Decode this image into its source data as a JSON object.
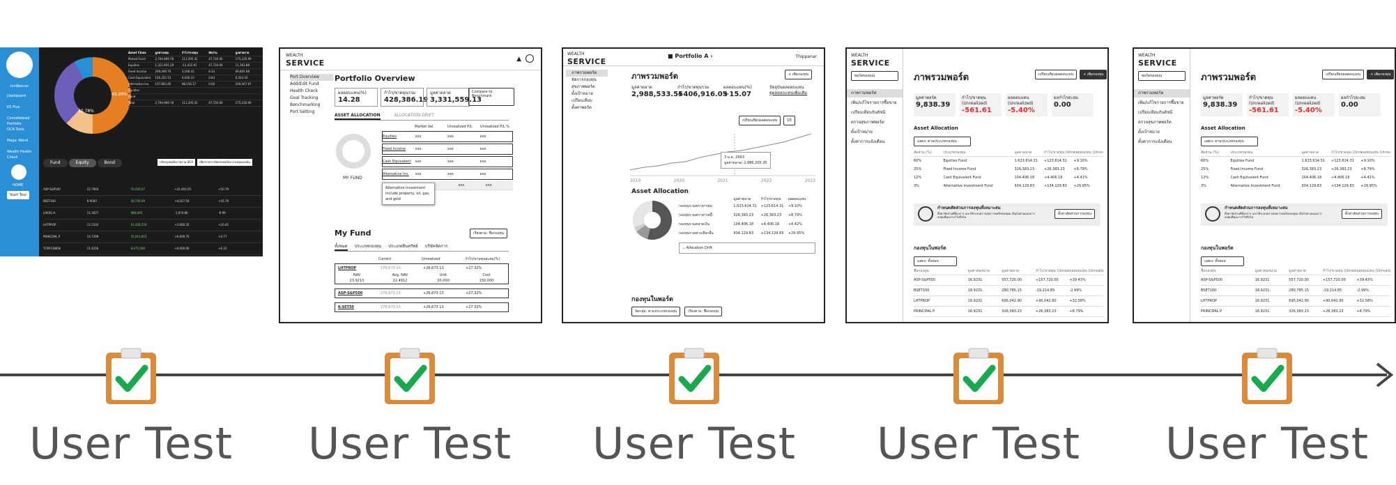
{
  "timeline": {
    "label": "User Test",
    "steps": [
      {
        "label": "User Test"
      },
      {
        "label": "User Test"
      },
      {
        "label": "User Test"
      },
      {
        "label": "User Test"
      },
      {
        "label": "User Test"
      }
    ]
  },
  "colors": {
    "check": "#1aa84f",
    "clipboard": "#d98b3c",
    "clip_metal": "#e6e6e6"
  },
  "screen1": {
    "tabs": [
      "Fund",
      "Equity",
      "Bond"
    ],
    "nav": [
      "Dashboard",
      "KS Plus",
      "Consolidated Portfolio",
      "DCA Tools",
      "Magic Wand",
      "Wealth Health Check"
    ],
    "home_label": "HOME",
    "start_tour": "Start Tour",
    "user": "InnWancar",
    "pie_labels": [
      "49.99%",
      "12.78%"
    ],
    "table_header": [
      "Asset Class",
      "มูลค่าลงทุน",
      "กำไร/ขาดทุน",
      "สัดส่วน",
      "มูลค่าตลาด"
    ],
    "table_rows": [
      [
        "Mutual Fund",
        "2,794,969.78",
        "111,295.41",
        "47,720.00",
        "175,230.99"
      ],
      [
        "Equities",
        "1,321,601.29",
        "-11,432.91",
        "47,720.00",
        "11,362.88"
      ],
      [
        "Fixed Income",
        "209,409.70",
        "3,196.43",
        "8.34",
        "69,605.08"
      ],
      [
        "Cash Equivalent",
        "156,355.53",
        "4,036.10",
        "0.83",
        "6,203.50"
      ],
      [
        "Alternative Inv.",
        "107,803.46",
        "98,156.17",
        "0.00",
        "100,447.97"
      ],
      [
        "Equities",
        "",
        "",
        "",
        ""
      ],
      [
        "Bond",
        "",
        "",
        "",
        ""
      ],
      [
        "Total",
        "2,794,969.78",
        "111,295.41",
        "47,720.00",
        "175,230.99"
      ]
    ],
    "fund_rows": [
      [
        "ASP-S&P500",
        "22.7964",
        "55,030.07",
        "+31,402.05",
        "+50.79"
      ],
      [
        "BSET100",
        "9.9583",
        "28,756.99",
        "+4,027.50",
        "+16.79"
      ],
      [
        "LHESG-A",
        "11.3627",
        "980,000",
        "-1,974.86",
        "-9.99"
      ],
      [
        "LHTPROP",
        "12.3102",
        "61,028,556",
        "+3,060.35",
        "+20.45"
      ],
      [
        "PRINCIPAL P",
        "14.7299",
        "35,013,853",
        "+6,009.70",
        "+4.77"
      ],
      [
        "TCMFGSBEN",
        "11.4256",
        "8,975,569",
        "+6,000.00",
        "+0.22"
      ]
    ],
    "buttons": [
      "ปรับปรุงพอร์ตภาพรวม DCA",
      "เลือกรายการจัดสรรพอร์ตการลงทุนของฉัน"
    ]
  },
  "screen2": {
    "logo": "SERVICE",
    "logo_small": "WEALTH",
    "title": "Portfolio Overview",
    "nav": [
      "Port Overview",
      "Add/Edit Fund",
      "Health Check",
      "Goal Tracking",
      "Benchmarking",
      "Port Setting"
    ],
    "cards": [
      {
        "label": "ผลตอบแทน(%)",
        "value": "14.28"
      },
      {
        "label": "กำไร/ขาดทุนรวม",
        "value": "428,386.19"
      },
      {
        "label": "มูลค่าตลาด",
        "value": "3,331,559.13"
      }
    ],
    "compare_button": "Compare to Benchmark",
    "tabs": [
      "ASSET ALLOCATION",
      "ALLOCATION DRIFT"
    ],
    "alloc_header": [
      "",
      "Market Val.",
      "Unrealized P/L",
      "Unrealized P/L %"
    ],
    "alloc_rows": [
      [
        "Equities",
        "xxx",
        "xxx",
        "xxx"
      ],
      [
        "Fixed Income",
        "xxx",
        "xxx",
        "xxx"
      ],
      [
        "Cash Equivalent",
        "xxx",
        "xxx",
        "xxx"
      ],
      [
        "Alternative Inv.",
        "xxx",
        "xxx",
        "xxx"
      ]
    ],
    "extra_row": [
      "xx",
      "xxx",
      "xxx"
    ],
    "tooltip": "Alternative Investment include property, oil, gas, and gold",
    "donut_label": "MY FUND",
    "myfund_title": "My Fund",
    "sort_label": "เรียงตาม: ชื่อกองทุน",
    "fund_tabs": [
      "ทั้งหมด",
      "ประเภทกองทุน",
      "ประเภทสินทรัพย์",
      "บริษัทจัดการ"
    ],
    "fund_header": [
      "",
      "Current",
      "Unrealized",
      "กำไร/ขาดทุนสะสม(%)"
    ],
    "funds": [
      {
        "name": "LHTPROP",
        "current": "276,673.13",
        "unreal": "+26,673.13",
        "pct": "+27.32%",
        "detail": [
          [
            "NAV",
            "Avg. NAV",
            "Unit",
            "Cost"
          ],
          [
            "23.9213",
            "22.4912",
            "20,000",
            "150,000"
          ]
        ]
      },
      {
        "name": "ASP-S&P500",
        "current": "276,673.13",
        "unreal": "+26,673.13",
        "pct": "+27.32%"
      },
      {
        "name": "K-SET50",
        "current": "276,673.13",
        "unreal": "+26,673.13",
        "pct": "+27.32%"
      }
    ]
  },
  "screen3": {
    "logo": "SERVICE",
    "logo_small": "WEALTH",
    "portfolio_label": "Portfolio A",
    "user": "Thippanar",
    "title": "ภาพรวมพอร์ต",
    "add_button": "+ เพิ่มกองทุน",
    "nav": [
      "ภาพรวมพอร์ต",
      "จัดการกองทุน",
      "สุขภาพพอร์ต",
      "ตั้งเป้าหมาย",
      "เปรียบเทียบ",
      "ตั้งค่าพอร์ต"
    ],
    "cards": [
      {
        "label": "มูลค่าตลาด",
        "value": "2,988,533.55"
      },
      {
        "label": "กำไร/ขาดทุนรวม",
        "value": "+406,916.05"
      },
      {
        "label": "ผลตอบแทน(%)",
        "value": "+15.07"
      },
      {
        "label": "ปัจจุบันผลตอบแทน",
        "value": "ดูผลตอบแทนเพิ่มเติม"
      }
    ],
    "chart_buttons": [
      "เปรียบเทียบผลตอบแทน",
      "1ปี"
    ],
    "chart_tooltip": [
      "3 ม.ค. 2563",
      "มูลค่าตลาด: 2,986,205.35"
    ],
    "x_ticks": [
      "2019",
      "2020",
      "2021",
      "2022",
      "2023"
    ],
    "asset_title": "Asset Allocation",
    "asset_header": [
      "",
      "มูลค่าตลาด",
      "กำไร/ขาดทุน",
      "ผลตอบแทน"
    ],
    "asset_rows": [
      [
        "กองทุนรวมตราสารทุน",
        "1,623,614.31",
        "+123,614.31",
        "+9.10%"
      ],
      [
        "กองทุนรวมตราสารหนี้",
        "326,383.23",
        "+26,383.23",
        "+8.79%"
      ],
      [
        "กองทุนรวมตลาดเงิน",
        "104,406.18",
        "+4,406.18",
        "+4.42%"
      ],
      [
        "กองทุนรวมทางเลือกอื่น",
        "934,129.83",
        "+134,129.83",
        "+29.95%"
      ]
    ],
    "drift_label": "Allocation Drift",
    "fund_title": "กองทุนในพอร์ต",
    "filters": [
      "จัดกลุ่ม: ตามประเภทกองทุน",
      "เรียงตาม: ชื่อกองทุน"
    ]
  },
  "screen4": {
    "logo": "SERVICE",
    "logo_small": "WEALTH",
    "dropdown": "พอร์ตของคุณ",
    "title": "ภาพรวมพอร์ต",
    "buttons": [
      "เปรียบเทียบผลตอบแทน",
      "+ เพิ่มกองทุน"
    ],
    "nav": [
      "ภาพรวมพอร์ต",
      "เพิ่ม/แก้ไขรายการซื้อขาย",
      "เปรียบเทียบกับดัชนี",
      "ตรวจสุขภาพพอร์ต",
      "ตั้งเป้าหมาย",
      "ตั้งค่าการแจ้งเตือน"
    ],
    "cards": [
      {
        "label": "มูลค่าพอร์ต",
        "value": "9,838.39",
        "red": false
      },
      {
        "label": "กำไร/ขาดทุน (Unrealized)",
        "value": "-561.61",
        "red": true
      },
      {
        "label": "ผลตอบแทน (Unrealized)",
        "value": "-5.40%",
        "red": true
      },
      {
        "label": "ผลกำไรสะสม",
        "value": "0.00",
        "red": false
      }
    ],
    "asset_title": "Asset Allocation",
    "group_dropdown": "แสดง: ตามประเภทกองทุน",
    "asset_header": [
      "สัดส่วน (%)",
      "ประเภทกองทุน",
      "มูลค่าตลาด",
      "กำไร/ขาดทุน (Unrealized)",
      "ผลตอบแทน (Unrealized)"
    ],
    "asset_rows": [
      [
        "60%",
        "Equities Fund",
        "1,623,614.31",
        "+123,614.31",
        "+9.10%"
      ],
      [
        "25%",
        "Fixed Income Fund",
        "326,383.23",
        "+26,383.23",
        "+8.79%"
      ],
      [
        "12%",
        "Cash Equivalent Fund",
        "104,406.18",
        "+4,406.18",
        "+4.41%"
      ],
      [
        "3%",
        "Alternative Investment Fund",
        "934,129.83",
        "+134,129.83",
        "+29.95%"
      ]
    ],
    "banner_title": "กำหนดสัดส่วนการลงทุนที่เหมาะสม",
    "banner_text": "ตั้งค่าสัดส่วนที่ต้องการ และให้ระบบตรวจสอบว่าพอร์ตของคุณ เป็นไปตามแผนการลงทุนที่คุณวางไว้หรือไม่",
    "banner_button": "ตั้งค่าสัดส่วนการลงทุน",
    "fund_title": "กองทุนในพอร์ต",
    "fund_dropdown": "แสดง: ทั้งหมด",
    "fund_header": [
      "ชื่อกองทุน",
      "มูลค่าต่อหน่วย",
      "มูลค่าตลาด",
      "กำไร/ขาดทุน (Unrealized)",
      "ผลตอบแทน (Unrealized)"
    ],
    "fund_rows": [
      [
        "ASP-S&P500",
        "16.9231",
        "557,720.00",
        "+157,720.00",
        "+39.43%"
      ],
      [
        "BSET100",
        "18.9231",
        "280,785.15",
        "-19,214.85",
        "-2.99%"
      ],
      [
        "LHTPROP",
        "16.9231",
        "695,042.90",
        "+90,042.90",
        "+32.58%"
      ],
      [
        "PRINCIPAL P",
        "16.9231",
        "326,383.23",
        "+26,383.23",
        "+8.79%"
      ]
    ]
  },
  "screen5": {
    "logo": "SERVICE",
    "logo_small": "WEALTH",
    "dropdown": "พอร์ตของคุณ",
    "title": "ภาพรวมพอร์ต",
    "buttons": [
      "เปรียบเทียบผลตอบแทน",
      "+ เพิ่มกองทุน"
    ],
    "nav": [
      "ภาพรวมพอร์ต",
      "เพิ่ม/แก้ไขรายการซื้อขาย",
      "เปรียบเทียบกับดัชนี",
      "ตรวจสุขภาพพอร์ต",
      "ตั้งเป้าหมาย",
      "ตั้งค่าการแจ้งเตือน"
    ],
    "cards": [
      {
        "label": "มูลค่าพอร์ต",
        "value": "9,838.39",
        "red": false
      },
      {
        "label": "กำไร/ขาดทุน (Unrealized)",
        "value": "-561.61",
        "red": true
      },
      {
        "label": "ผลตอบแทน (Unrealized)",
        "value": "-5.40%",
        "red": true
      },
      {
        "label": "ผลกำไรสะสม",
        "value": "0.00",
        "red": false
      }
    ],
    "asset_title": "Asset Allocation",
    "group_dropdown": "แสดง: ตามประเภทกองทุน",
    "asset_header": [
      "สัดส่วน (%)",
      "ประเภทกองทุน",
      "มูลค่าตลาด",
      "กำไร/ขาดทุน (Unrealized)",
      "ผลตอบแทน (Unrealized)"
    ],
    "asset_rows": [
      [
        "60%",
        "Equities Fund",
        "1,623,614.31",
        "+123,614.31",
        "+9.10%"
      ],
      [
        "25%",
        "Fixed Income Fund",
        "326,383.23",
        "+26,383.23",
        "+8.79%"
      ],
      [
        "12%",
        "Cash Equivalent Fund",
        "104,406.18",
        "+4,406.18",
        "+4.41%"
      ],
      [
        "3%",
        "Alternative Investment Fund",
        "934,129.83",
        "+134,129.83",
        "+29.95%"
      ]
    ],
    "banner_title": "กำหนดสัดส่วนการลงทุนที่เหมาะสม",
    "banner_text": "ตั้งค่าสัดส่วนที่ต้องการ และให้ระบบตรวจสอบว่าพอร์ตของคุณ เป็นไปตามแผนการลงทุนที่คุณวางไว้หรือไม่",
    "banner_button": "ตั้งค่าสัดส่วนการลงทุน",
    "fund_title": "กองทุนในพอร์ต",
    "fund_dropdown": "แสดง: ทั้งหมด",
    "fund_header": [
      "ชื่อกองทุน",
      "มูลค่าต่อหน่วย",
      "มูลค่าตลาด",
      "กำไร/ขาดทุน (Unrealized)",
      "ผลตอบแทน (Unrealized)"
    ],
    "fund_rows": [
      [
        "ASP-S&P500",
        "16.9231",
        "557,720.00",
        "+157,720.00",
        "+39.43%"
      ],
      [
        "BSET100",
        "18.9231",
        "280,785.15",
        "-19,214.85",
        "-2.99%"
      ],
      [
        "LHTPROP",
        "16.9231",
        "695,042.90",
        "+90,042.90",
        "+32.58%"
      ],
      [
        "PRINCIPAL P",
        "16.9231",
        "326,383.23",
        "+26,383.23",
        "+8.79%"
      ]
    ]
  }
}
